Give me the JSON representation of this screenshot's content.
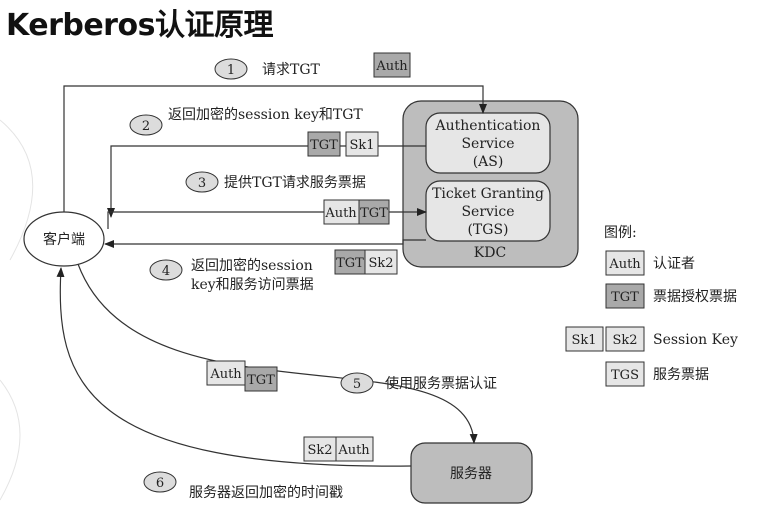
{
  "title": "Kerberos认证原理",
  "nodes": {
    "client": "客户端",
    "kdc": "KDC",
    "as_line1": "Authentication",
    "as_line2": "Service",
    "as_line3": "(AS)",
    "tgs_line1": "Ticket Granting",
    "tgs_line2": "Service",
    "tgs_line3": "(TGS)",
    "server": "服务器"
  },
  "steps": [
    {
      "num": "1",
      "text": "请求TGT"
    },
    {
      "num": "2",
      "text": "返回加密的session key和TGT"
    },
    {
      "num": "3",
      "text": "提供TGT请求服务票据"
    },
    {
      "num": "4",
      "text_line1": "返回加密的session",
      "text_line2": "key和服务访问票据"
    },
    {
      "num": "5",
      "text": "使用服务票据认证"
    },
    {
      "num": "6",
      "text": "服务器返回加密的时间戳"
    }
  ],
  "tokens": {
    "auth": "Auth",
    "tgt": "TGT",
    "sk1": "Sk1",
    "sk2": "Sk2",
    "tgs": "TGS"
  },
  "legend": {
    "title": "图例:",
    "auth_desc": "认证者",
    "tgt_desc": "票据授权票据",
    "sk_desc": "Session Key",
    "tgs_desc": "服务票据"
  },
  "colors": {
    "dark_token": "#a9a9a9",
    "light_token": "#e6e6e6",
    "kdc_fill": "#bdbdbd"
  }
}
